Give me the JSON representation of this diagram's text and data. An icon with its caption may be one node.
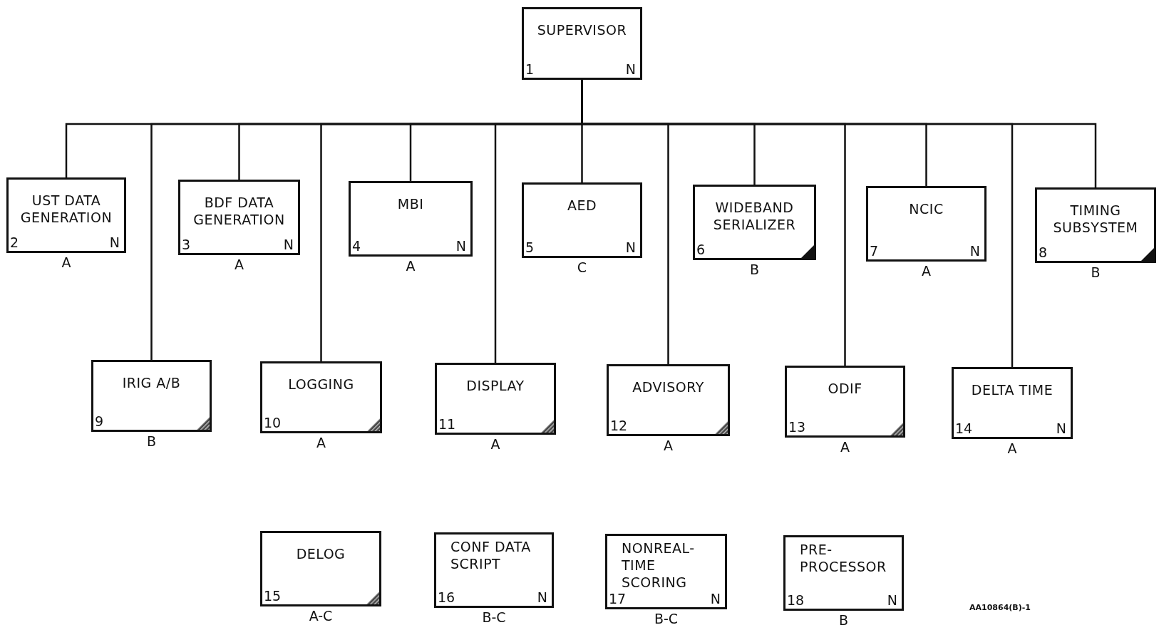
{
  "diagram": {
    "nodes": [
      {
        "text": [
          "SUPERVISOR",
          "1",
          "N"
        ]
      },
      {
        "text": [
          "UST DATA GENERATION",
          "2",
          "N"
        ],
        "beside": [
          "A"
        ]
      },
      {
        "text": [
          "BDF DATA GENERATION",
          "3",
          "N"
        ],
        "beside": [
          "A"
        ]
      },
      {
        "text": [
          "MBI",
          "4",
          "N"
        ],
        "beside": [
          "A"
        ]
      },
      {
        "text": [
          "AED",
          "5",
          "N"
        ],
        "beside": [
          "C"
        ]
      },
      {
        "text": [
          "WIDEBAND SERIALIZER",
          "6"
        ],
        "beside": [
          "B"
        ]
      },
      {
        "text": [
          "NCIC",
          "7",
          "N"
        ],
        "beside": [
          "A"
        ]
      },
      {
        "text": [
          "TIMING SUBSYSTEM",
          "8"
        ],
        "beside": [
          "B"
        ]
      },
      {
        "text": [
          "IRIG A/B",
          "9"
        ],
        "beside": [
          "B"
        ]
      },
      {
        "text": [
          "LOGGING",
          "10"
        ],
        "beside": [
          "A"
        ]
      },
      {
        "text": [
          "DISPLAY",
          "11"
        ],
        "beside": [
          "A"
        ]
      },
      {
        "text": [
          "ADVISORY",
          "12"
        ],
        "beside": [
          "A"
        ]
      },
      {
        "text": [
          "ODIF",
          "13"
        ],
        "beside": [
          "A"
        ]
      },
      {
        "text": [
          "DELTA TIME",
          "14",
          "N"
        ],
        "beside": [
          "A"
        ]
      },
      {
        "text": [
          "DELOG",
          "15"
        ],
        "beside": [
          "A-C"
        ]
      },
      {
        "text": [
          "CONF DATA SCRIPT",
          "16",
          "N"
        ],
        "beside": [
          "B-C"
        ]
      },
      {
        "text": [
          "NONREAL- TIME SCORING",
          "17",
          "N"
        ],
        "beside": [
          "B-C"
        ]
      },
      {
        "text": [
          "PRE- PROCESSOR",
          "18",
          "N"
        ],
        "beside": [
          "B"
        ]
      }
    ],
    "edges": [
      {
        "from": 0,
        "to": 1,
        "arrow": "none"
      },
      {
        "from": 0,
        "to": 2,
        "arrow": "none"
      },
      {
        "from": 0,
        "to": 3,
        "arrow": "none"
      },
      {
        "from": 0,
        "to": 4,
        "arrow": "none"
      },
      {
        "from": 0,
        "to": 5,
        "arrow": "none"
      },
      {
        "from": 0,
        "to": 6,
        "arrow": "none"
      },
      {
        "from": 0,
        "to": 7,
        "arrow": "none"
      },
      {
        "from": 0,
        "to": 8,
        "arrow": "none"
      },
      {
        "from": 0,
        "to": 9,
        "arrow": "none"
      },
      {
        "from": 0,
        "to": 10,
        "arrow": "none"
      },
      {
        "from": 0,
        "to": 11,
        "arrow": "none"
      },
      {
        "from": 0,
        "to": 12,
        "arrow": "none"
      },
      {
        "from": 0,
        "to": 13,
        "arrow": "none"
      }
    ],
    "labels": [
      "AA10864(B)-1"
    ]
  }
}
